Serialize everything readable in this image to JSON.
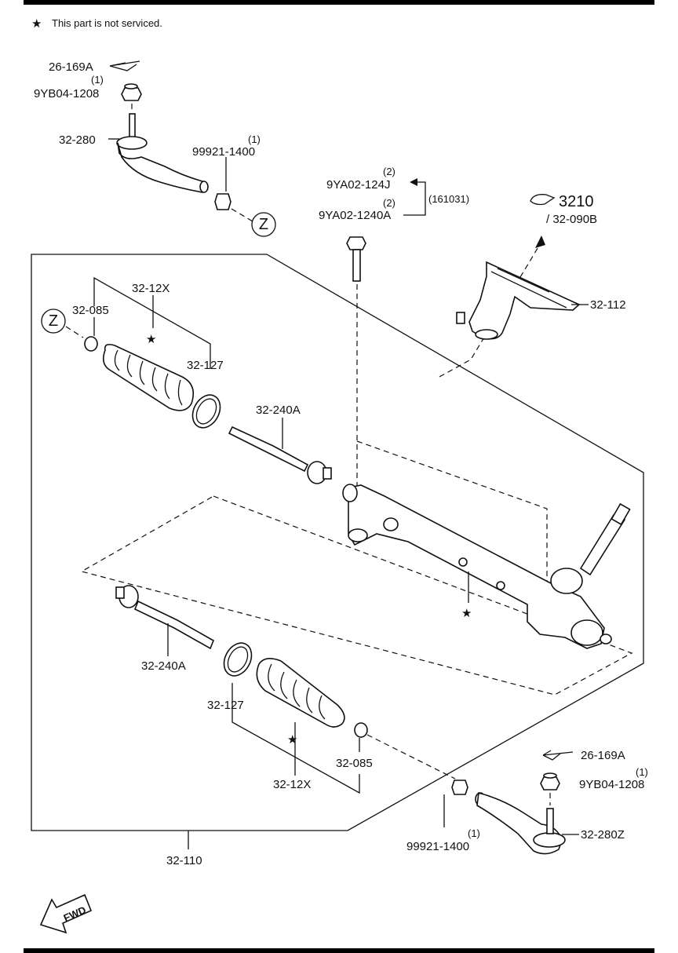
{
  "note": {
    "star": "★",
    "text": "This part is not serviced."
  },
  "callouts": {
    "tr_ref_top_left": "26-169A",
    "qty_nut_left": "(1)",
    "nut_left": "9YB04-1208",
    "tie_rod_end_left": "32-280",
    "qty_locknut_left": "(1)",
    "locknut_left": "99921-1400",
    "zone_left": "Z",
    "qty_bolt_a": "(2)",
    "bolt_a": "9YA02-124J",
    "qty_bolt_b": "(2)",
    "bolt_b": "9YA02-1240A",
    "bolt_date": "(161031)",
    "ref_section": "3210",
    "ref_sub": "/ 32-090B",
    "boot_kit_upper": "32-12X",
    "clamp_upper": "32-085",
    "zone_boot": "Z",
    "ring_upper": "32-127",
    "tie_rod_upper": "32-240A",
    "dust_cover": "32-112",
    "tie_rod_lower": "32-240A",
    "ring_lower": "32-127",
    "boot_kit_lower": "32-12X",
    "clamp_lower": "32-085",
    "tr_ref_right": "26-169A",
    "qty_nut_right": "(1)",
    "nut_right": "9YB04-1208",
    "qty_locknut_right": "(1)",
    "locknut_right": "99921-1400",
    "tie_rod_end_right": "32-280Z",
    "assembly": "32-110",
    "fwd": "FWD"
  }
}
